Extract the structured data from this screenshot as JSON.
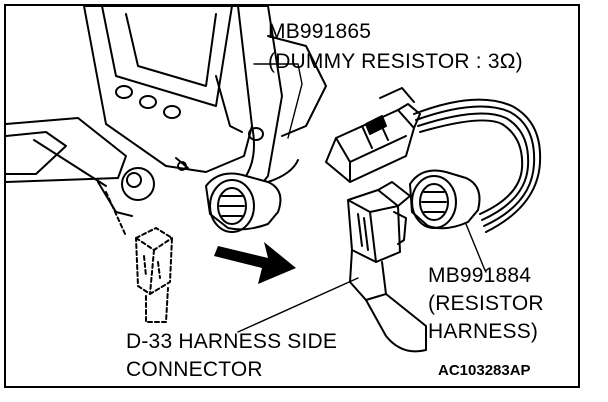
{
  "labels": {
    "dummy_resistor_part": "MB991865",
    "dummy_resistor_desc": "(DUMMY RESISTOR : 3Ω)",
    "resistor_harness_part": "MB991884",
    "resistor_harness_desc_1": "(RESISTOR",
    "resistor_harness_desc_2": "HARNESS)",
    "connector_line_1": "D-33  HARNESS SIDE",
    "connector_line_2": "CONNECTOR",
    "figure_code": "AC103283AP"
  },
  "colors": {
    "ink": "#000000",
    "paper": "#ffffff"
  }
}
